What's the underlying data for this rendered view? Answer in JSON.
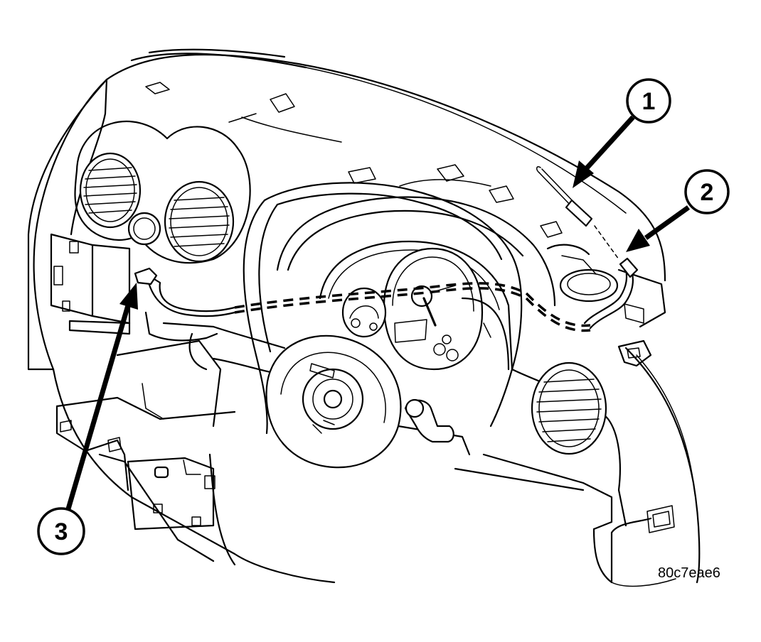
{
  "diagram": {
    "callouts": [
      {
        "id": "1",
        "label": "1"
      },
      {
        "id": "2",
        "label": "2"
      },
      {
        "id": "3",
        "label": "3"
      }
    ],
    "reference_code": "80c7eae6"
  },
  "colors": {
    "ink": "#000000",
    "paper": "#ffffff"
  }
}
